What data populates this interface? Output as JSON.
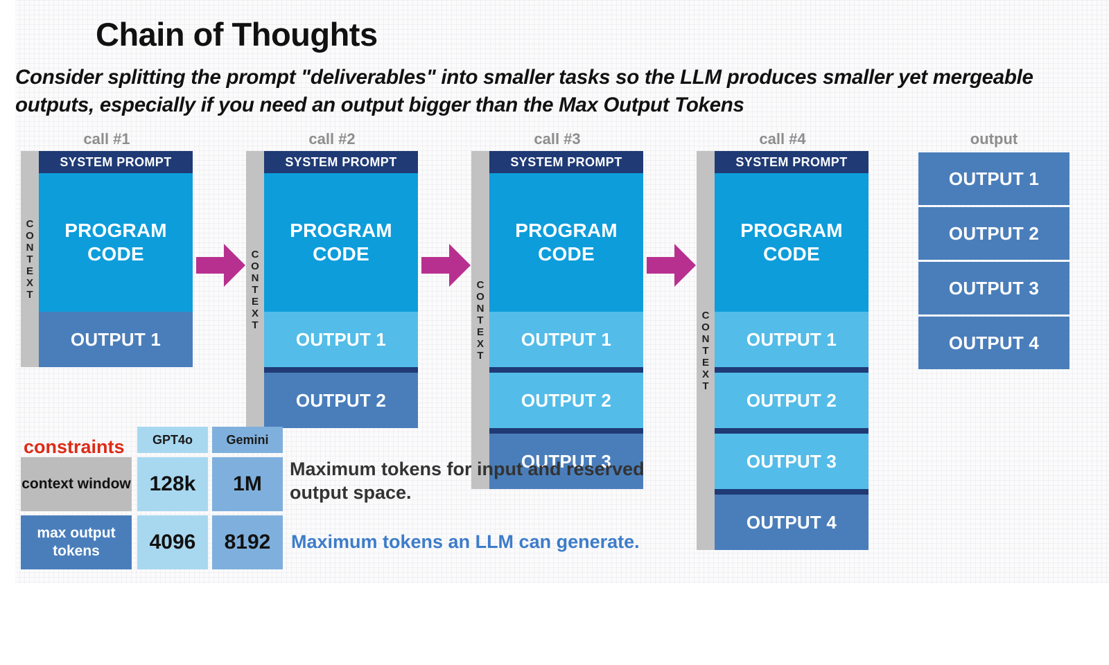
{
  "title": "Chain of Thoughts",
  "subtitle": "Consider splitting the prompt \"deliverables\" into smaller tasks so the LLM produces smaller yet mergeable outputs, especially if you need an output bigger than the Max Output Tokens",
  "context_label": "CONTEXT",
  "colors": {
    "system_prompt": "#1f3a75",
    "program_code": "#0d9ddb",
    "output_previous": "#54bce8",
    "output_new": "#4a7ebb",
    "context_bar": "#c2c2c2",
    "arrow": "#b8308f",
    "constraints_title": "#dd2b16",
    "annotation_blue": "#3d7cc9",
    "gpt_column": "#a8d8f0",
    "gemini_column": "#7fb0dd"
  },
  "calls": [
    {
      "label": "call #1",
      "system_prompt": "SYSTEM PROMPT",
      "program_code": "PROGRAM CODE",
      "outputs": [
        {
          "label": "OUTPUT 1",
          "state": "new"
        }
      ]
    },
    {
      "label": "call #2",
      "system_prompt": "SYSTEM PROMPT",
      "program_code": "PROGRAM CODE",
      "outputs": [
        {
          "label": "OUTPUT 1",
          "state": "previous"
        },
        {
          "label": "OUTPUT 2",
          "state": "new"
        }
      ]
    },
    {
      "label": "call #3",
      "system_prompt": "SYSTEM PROMPT",
      "program_code": "PROGRAM CODE",
      "outputs": [
        {
          "label": "OUTPUT 1",
          "state": "previous"
        },
        {
          "label": "OUTPUT 2",
          "state": "previous"
        },
        {
          "label": "OUTPUT 3",
          "state": "new"
        }
      ]
    },
    {
      "label": "call #4",
      "system_prompt": "SYSTEM PROMPT",
      "program_code": "PROGRAM CODE",
      "outputs": [
        {
          "label": "OUTPUT 1",
          "state": "previous"
        },
        {
          "label": "OUTPUT 2",
          "state": "previous"
        },
        {
          "label": "OUTPUT 3",
          "state": "previous"
        },
        {
          "label": "OUTPUT 4",
          "state": "new"
        }
      ]
    }
  ],
  "output_column": {
    "label": "output",
    "items": [
      "OUTPUT 1",
      "OUTPUT 2",
      "OUTPUT 3",
      "OUTPUT 4"
    ]
  },
  "constraints": {
    "title": "constraints",
    "columns": [
      "GPT4o",
      "Gemini"
    ],
    "rows": [
      {
        "label": "context window",
        "values": [
          "128k",
          "1M"
        ]
      },
      {
        "label": "max output tokens",
        "values": [
          "4096",
          "8192"
        ]
      }
    ]
  },
  "annotations": {
    "context_window": "Maximum tokens for input and reserved output space.",
    "max_output": "Maximum tokens an LLM can generate."
  }
}
